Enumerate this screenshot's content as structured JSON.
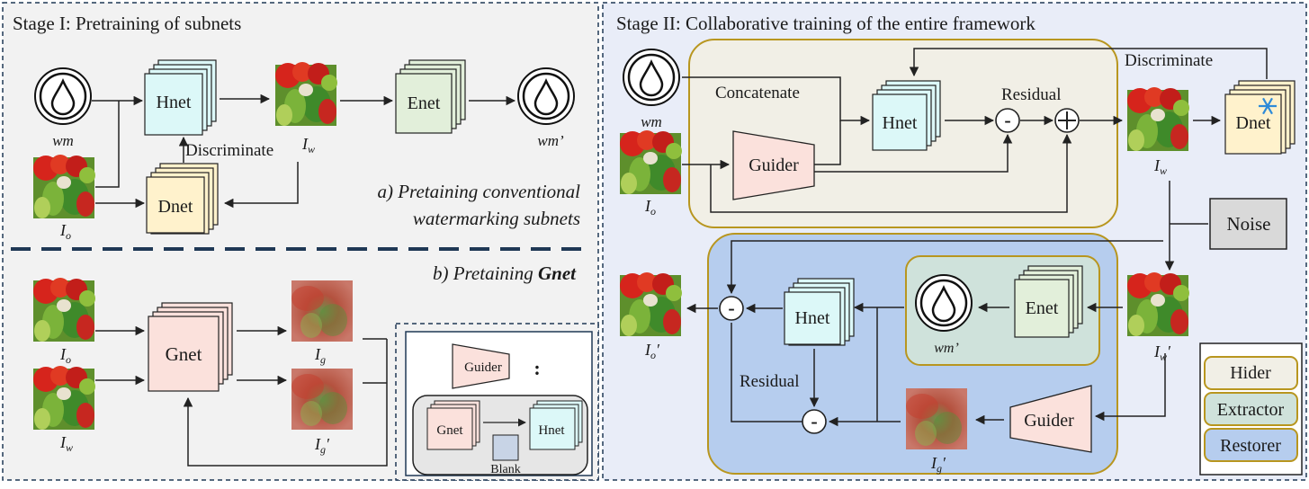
{
  "stage1": {
    "title": "Stage I: Pretraining of subnets",
    "part_a_line1": "a) Pretaining conventional",
    "part_a_line2": "watermarking subnets",
    "part_b_prefix": "b) Pretaining ",
    "part_b_bold": "Gnet",
    "hnet": "Hnet",
    "enet": "Enet",
    "dnet": "Dnet",
    "gnet": "Gnet",
    "discriminate": "Discriminate",
    "wm": "wm",
    "wm_prime": "wm’",
    "Io": "I",
    "Io_sub": "o",
    "Iw": "I",
    "Iw_sub": "w",
    "Ig": "I",
    "Ig_sub": "g",
    "Ig_prime_sub": "g",
    "prime": "′"
  },
  "inset": {
    "guider": "Guider",
    "colon": ":",
    "gnet": "Gnet",
    "hnet": "Hnet",
    "blank": "Blank"
  },
  "stage2": {
    "title": "Stage II: Collaborative training of the entire framework",
    "concatenate": "Concatenate",
    "residual": "Residual",
    "discriminate": "Discriminate",
    "hnet": "Hnet",
    "dnet": "Dnet",
    "enet": "Enet",
    "guider": "Guider",
    "noise": "Noise",
    "minus": "-",
    "plus": "+"
  },
  "legend": {
    "hider": "Hider",
    "extractor": "Extractor",
    "restorer": "Restorer"
  },
  "colors": {
    "hnet": "#dcf8f8",
    "enet": "#e2efda",
    "dnet": "#fff2cc",
    "gnet": "#fbe1dc",
    "guider": "#fbe1dc",
    "stage1_bg": "#f2f2f2",
    "stage2_bg": "#e9edf8",
    "hider_bg": "#f1efe6",
    "extractor_bg": "#cfe2db",
    "restorer_bg": "#b6cdee",
    "gold": "#b8961f",
    "dark_blue": "#1f3855",
    "noise": "#d9d9d9"
  },
  "icons": [
    "watermark-drop-icon",
    "pepper-image",
    "blurred-image",
    "snowflake-icon"
  ]
}
